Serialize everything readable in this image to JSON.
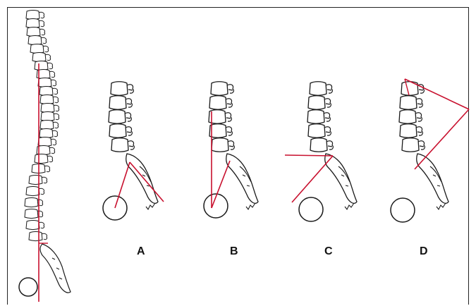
{
  "colors": {
    "line": "#c8102e",
    "ink": "#1a1a1a"
  },
  "panels": [
    {
      "label": "A"
    },
    {
      "label": "B"
    },
    {
      "label": "C"
    },
    {
      "label": "D"
    }
  ]
}
